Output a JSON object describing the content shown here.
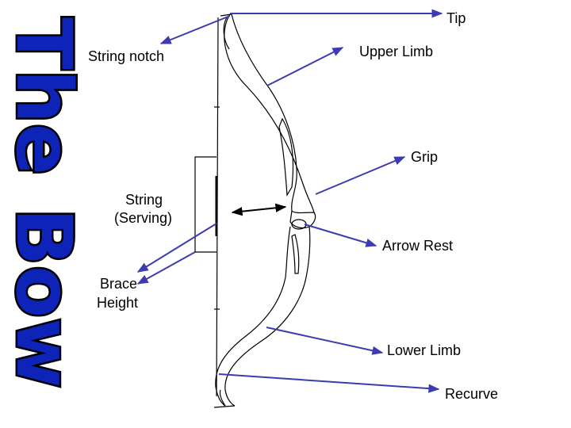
{
  "title": {
    "line1": "The",
    "line2": "Bow"
  },
  "labels": {
    "tip": "Tip",
    "string_notch": "String notch",
    "upper_limb": "Upper Limb",
    "grip": "Grip",
    "string_serving_line1": "String",
    "string_serving_line2": "(Serving)",
    "arrow_rest": "Arrow Rest",
    "brace_height_line1": "Brace",
    "brace_height_line2": "Height",
    "lower_limb": "Lower Limb",
    "recurve": "Recurve"
  },
  "colors": {
    "title_fill": "#0e24b8",
    "title_outline": "#000000",
    "arrow": "#3c3cb0",
    "bow_outline": "#000000",
    "background": "#ffffff"
  }
}
